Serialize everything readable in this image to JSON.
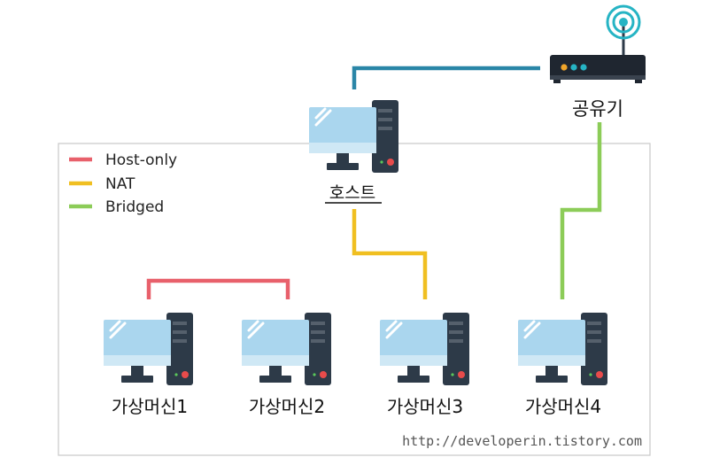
{
  "colors": {
    "host_only": "#e8606b",
    "nat": "#f0bf21",
    "bridged": "#8ccc58",
    "router_link": "#2a86a7",
    "wifi": "#26b4c4",
    "monitor_screen": "#b9dcef",
    "tower": "#2d3a48"
  },
  "legend": [
    {
      "label": "Host-only",
      "color_key": "host_only"
    },
    {
      "label": "NAT",
      "color_key": "nat"
    },
    {
      "label": "Bridged",
      "color_key": "bridged"
    }
  ],
  "router": {
    "label": "공유기",
    "icon": "router-icon"
  },
  "host": {
    "label": "호스트",
    "icon": "computer-icon"
  },
  "vms": [
    {
      "label": "가상머신1",
      "icon": "computer-icon"
    },
    {
      "label": "가상머신2",
      "icon": "computer-icon"
    },
    {
      "label": "가상머신3",
      "icon": "computer-icon"
    },
    {
      "label": "가상머신4",
      "icon": "computer-icon"
    }
  ],
  "watermark": "http://developerin.tistory.com"
}
